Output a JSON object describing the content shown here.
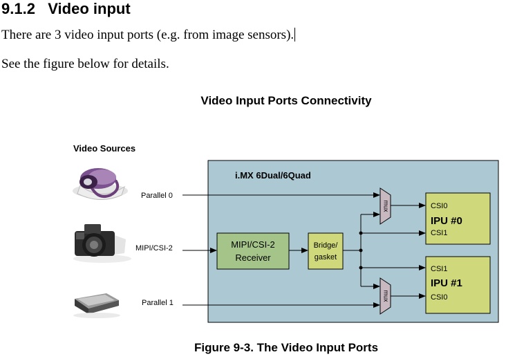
{
  "section": {
    "number": "9.1.2",
    "title": "Video input"
  },
  "body": {
    "line1": "There are 3 video input ports (e.g. from image sensors).",
    "line2": "See the figure below for details."
  },
  "figure": {
    "title": "Video Input Ports Connectivity",
    "caption": "Figure 9-3. The Video Input Ports",
    "sources_label": "Video Sources",
    "chip_label": "i.MX 6Dual/6Quad",
    "inputs": {
      "parallel0": "Parallel 0",
      "mipi": "MIPI/CSI-2",
      "parallel1": "Parallel 1"
    },
    "receiver": {
      "line1": "MIPI/CSI-2",
      "line2": "Receiver"
    },
    "bridge": {
      "line1": "Bridge/",
      "line2": "gasket"
    },
    "mux_label": "mux",
    "ipu0": {
      "label": "IPU #0",
      "port_top": "CSI0",
      "port_bottom": "CSI1"
    },
    "ipu1": {
      "label": "IPU #1",
      "port_top": "CSI1",
      "port_bottom": "CSI0"
    },
    "icons": {
      "source0": "webcam-icon",
      "source1": "camera-icon",
      "source2": "scanner-icon"
    },
    "colors": {
      "chip_bg": "#acc8d2",
      "block_green": "#cfd87a",
      "receiver_green": "#a5c48a",
      "mux_fill": "#c8b8bf"
    }
  }
}
